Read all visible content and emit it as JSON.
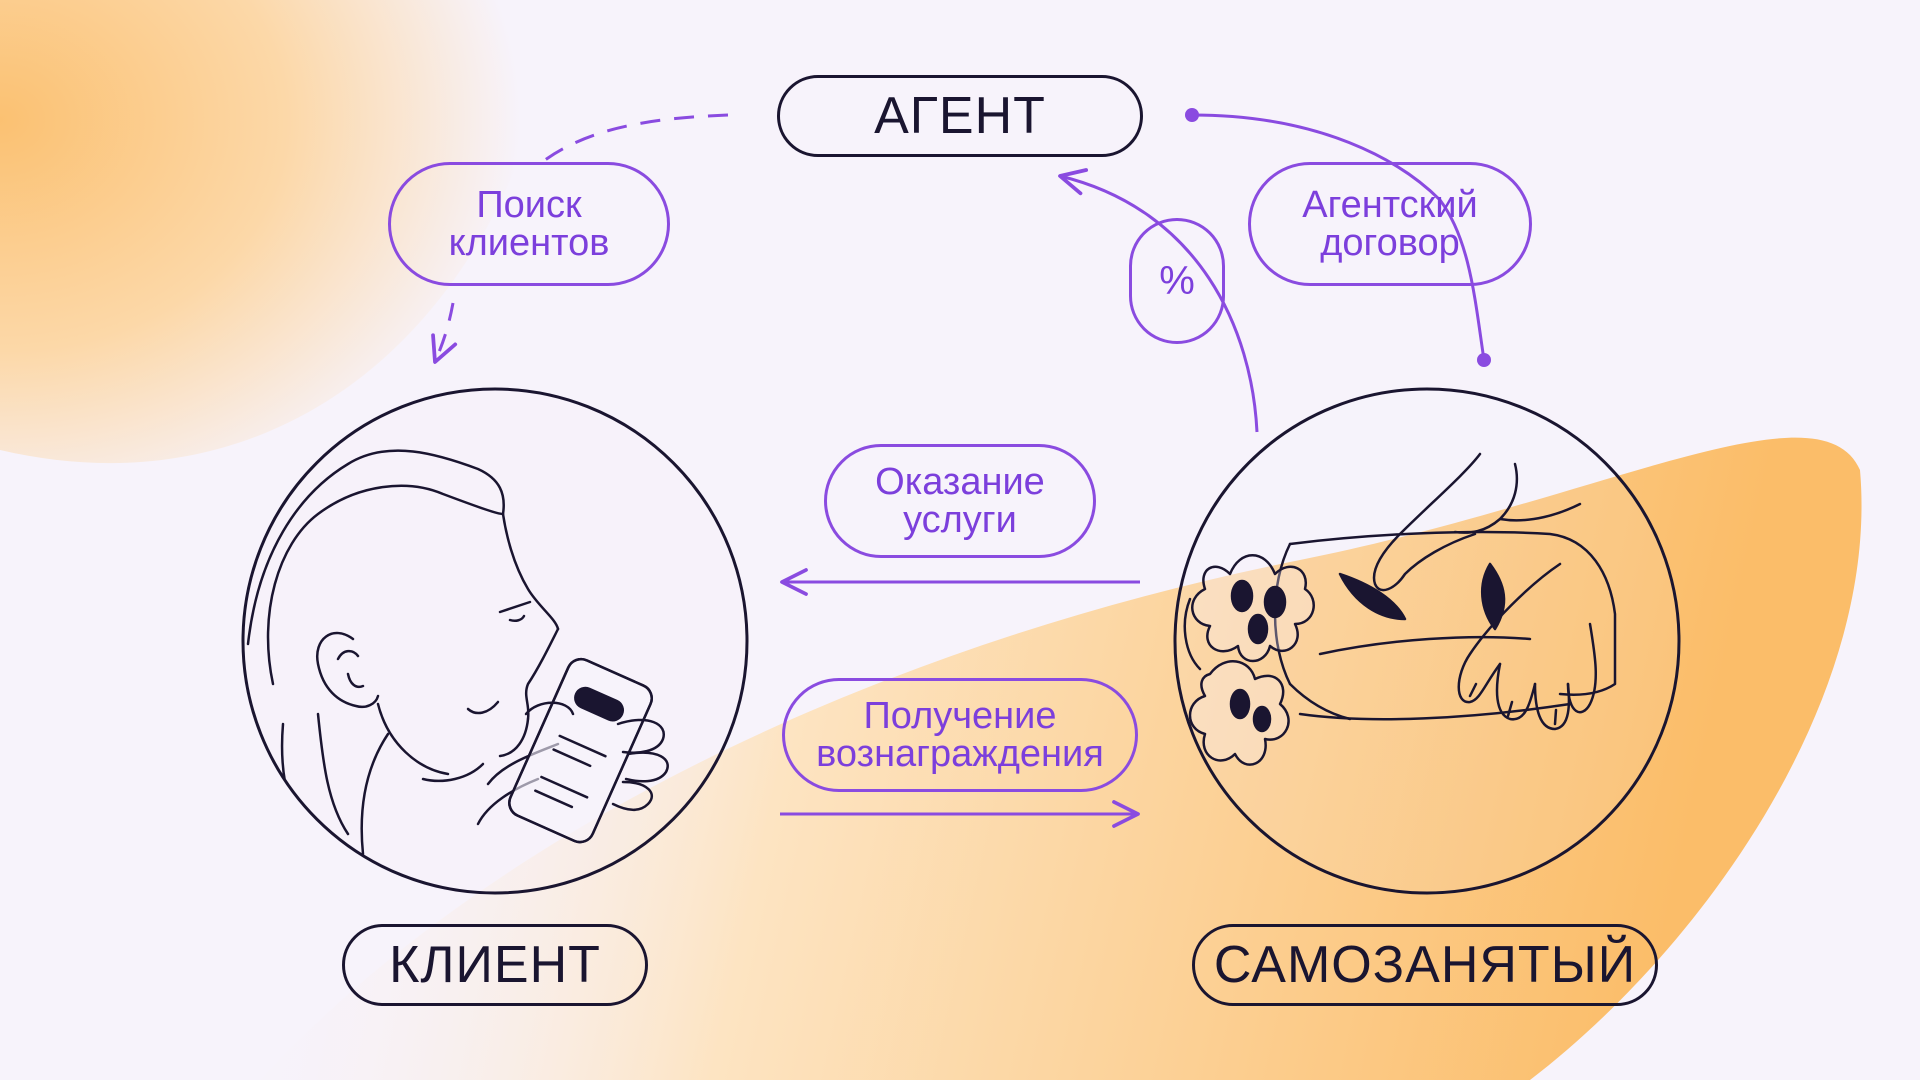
{
  "colors": {
    "background": "#f7f3fb",
    "orange": "#fbc172",
    "purple": "#8a4be0",
    "dark": "#1a1530"
  },
  "nodes": {
    "agent": "АГЕНТ",
    "client": "КЛИЕНТ",
    "self_employed": "САМОЗАНЯТЫЙ"
  },
  "labels": {
    "client_search": "Поиск\nклиентов",
    "agent_contract": "Агентский\nдоговор",
    "percent": "%",
    "service": "Оказание\nуслуги",
    "reward": "Получение\nвознаграждения"
  },
  "icons": {
    "client": "person-with-phone-illustration",
    "self_employed": "hands-wrapping-flowers-illustration"
  }
}
